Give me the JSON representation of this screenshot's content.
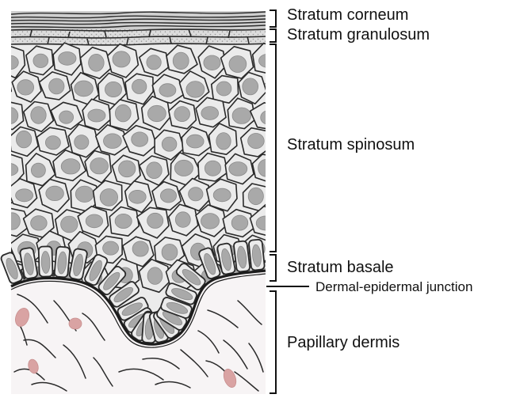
{
  "diagram": {
    "layers": [
      {
        "id": "corneum",
        "label": "Stratum corneum"
      },
      {
        "id": "granulosum",
        "label": "Stratum granulosum"
      },
      {
        "id": "spinosum",
        "label": "Stratum spinosum"
      },
      {
        "id": "basale",
        "label": "Stratum basale"
      },
      {
        "id": "junction",
        "label": "Dermal-epidermal junction"
      },
      {
        "id": "dermis",
        "label": "Papillary dermis"
      }
    ],
    "colors": {
      "cell_fill": "#ebebeb",
      "nucleus_fill": "#a9a9a9",
      "outline": "#2a2a2a",
      "dermis_fill": "#f7f4f5",
      "dermis_cell": "#d9a3a3",
      "bracket": "#111111"
    }
  }
}
